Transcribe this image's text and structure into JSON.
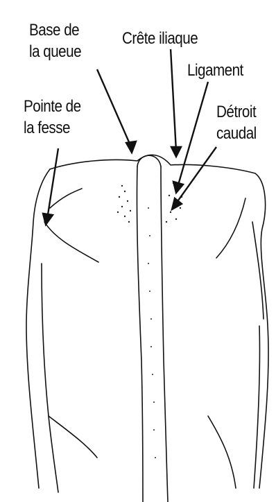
{
  "labels": {
    "base_queue": [
      "Base de",
      "la queue"
    ],
    "crete_iliaque": [
      "Crête iliaque"
    ],
    "ligament": [
      "Ligament"
    ],
    "pointe_fesse": [
      "Pointe de",
      "la fesse"
    ],
    "detroit_caudal": [
      "Détroit",
      "caudal"
    ]
  },
  "colors": {
    "ink": "#111111",
    "background": "#ffffff"
  }
}
